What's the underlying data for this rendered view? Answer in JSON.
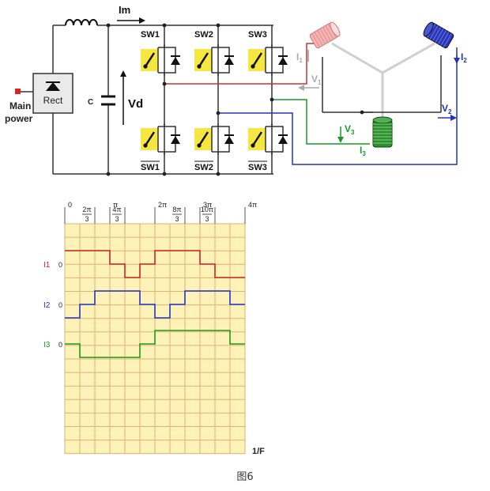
{
  "circuit": {
    "main_power_line1": "Main",
    "main_power_line2": "power",
    "rect_label": "Rect",
    "current_label": "Im",
    "cap_label": "C",
    "voltage_label": "Vd",
    "sw_top": [
      "SW1",
      "SW2",
      "SW3"
    ],
    "sw_bottom": [
      "SW1",
      "SW2",
      "SW3"
    ],
    "phase1": {
      "current": "I",
      "current_sub": "1",
      "voltage": "V",
      "voltage_sub": "1",
      "color": "#b0b0b0"
    },
    "phase2": {
      "current": "I",
      "current_sub": "2",
      "voltage": "V",
      "voltage_sub": "2",
      "color": "#2233bb"
    },
    "phase3": {
      "current": "I",
      "current_sub": "3",
      "voltage": "V",
      "voltage_sub": "3",
      "color": "#1a9a2a"
    },
    "wire_red": "#cc3333",
    "switch_yellow": "#f5e640"
  },
  "waveform": {
    "top_ticks": [
      {
        "num": "0"
      },
      {
        "num": "2π",
        "den": "3",
        "frac": true
      },
      {
        "num": "π"
      },
      {
        "num": "4π",
        "den": "3",
        "frac": true
      },
      {
        "num": "2π"
      },
      {
        "num": "8π",
        "den": "3",
        "frac": true
      },
      {
        "num": "3π"
      },
      {
        "num": "10π",
        "den": "3",
        "frac": true
      },
      {
        "num": "4π"
      }
    ],
    "rows": [
      {
        "name": "I1",
        "zero": "0",
        "color": "#cc2222"
      },
      {
        "name": "I2",
        "zero": "0",
        "color": "#2233cc"
      },
      {
        "name": "I3",
        "zero": "0",
        "color": "#1a9a1a"
      }
    ],
    "x_label": "1/F",
    "grid_fill": "#fdf2b8",
    "grid_line": "#e2b070"
  },
  "caption": "图6"
}
